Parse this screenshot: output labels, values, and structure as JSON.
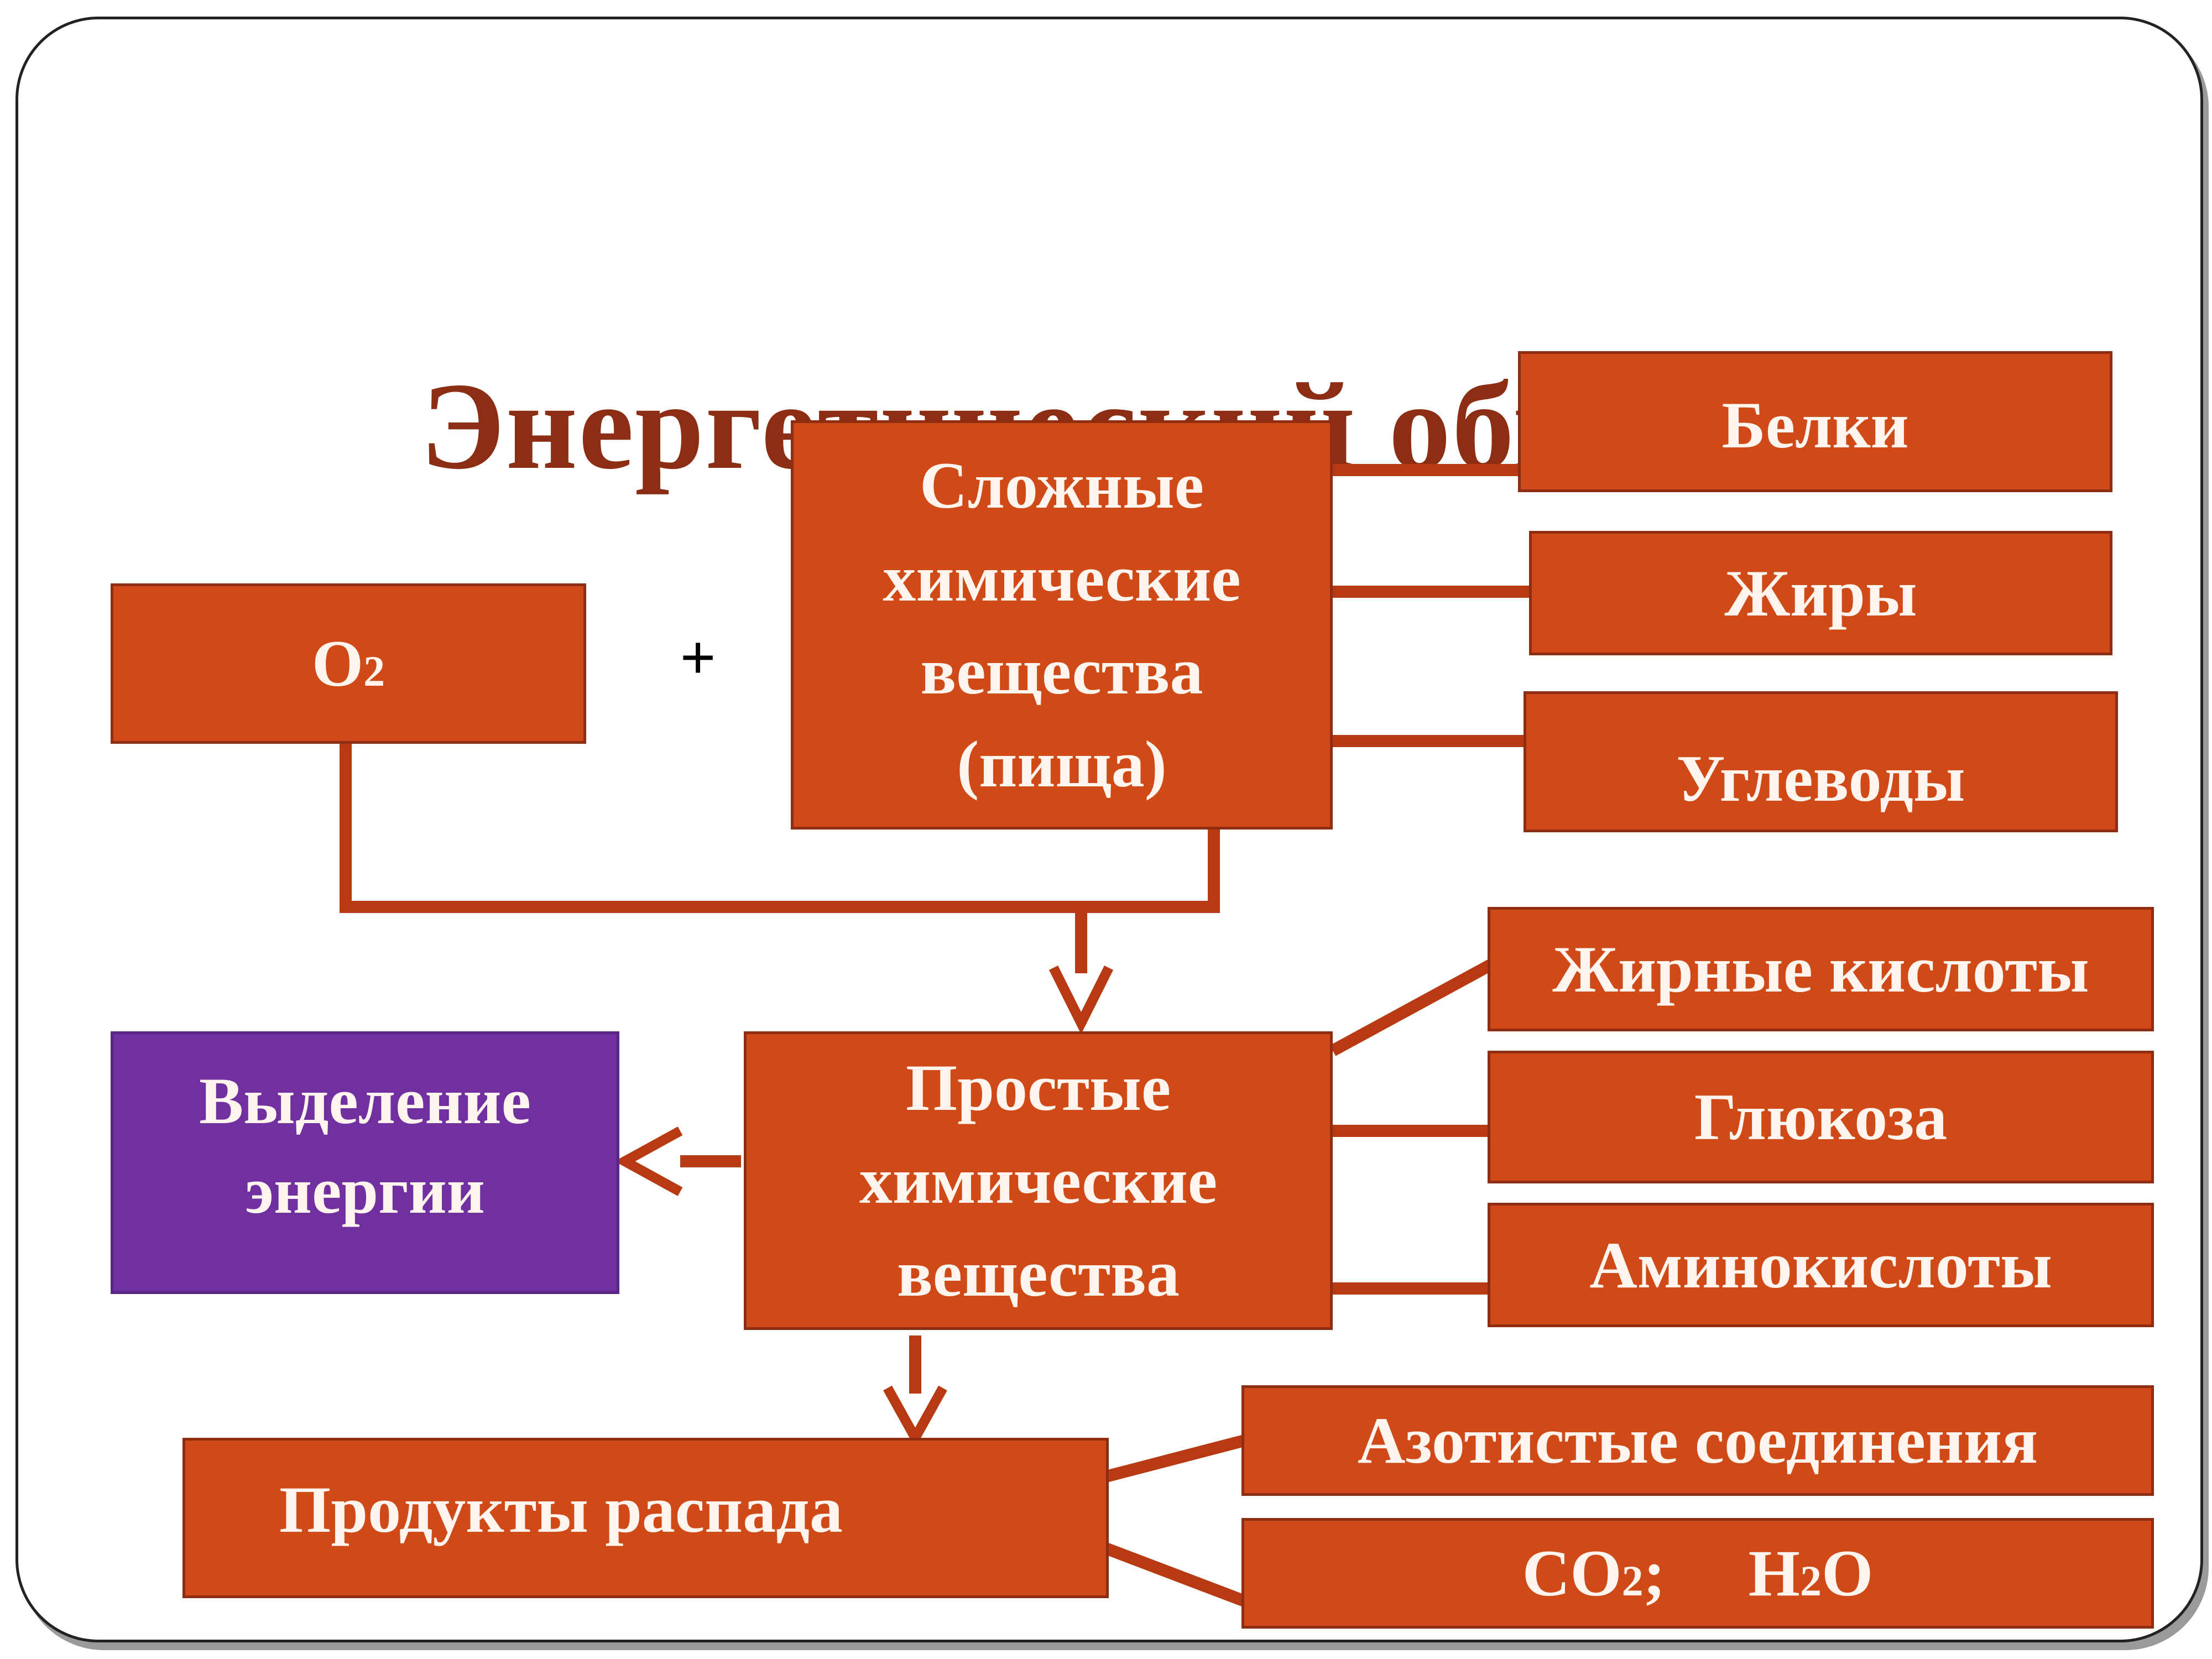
{
  "title": "Энергетический обмен",
  "plus": "+",
  "nodes": {
    "o2": {
      "main": "O",
      "sub": "2"
    },
    "complex": "Сложные химические вещества (пища)",
    "proteins": "Белки",
    "fats": "Жиры",
    "carbs": "Углеводы",
    "simple": "Простые химические вещества",
    "energy": "Выделение энергии",
    "fatty_acids": "Жирные кислоты",
    "glucose": "Глюкоза",
    "amino": "Аминокислоты",
    "products": "Продукты распада",
    "nitrogen": "Азотистые соединения",
    "co2_h2o": {
      "co": "CO",
      "co_sub": "2",
      "sep": ";",
      "h": "H",
      "h_sub": "2",
      "o": "O"
    }
  },
  "colors": {
    "box": "#d04a18",
    "energy_box": "#7030a0",
    "line": "#b83a12",
    "title": "#8b2e14"
  }
}
